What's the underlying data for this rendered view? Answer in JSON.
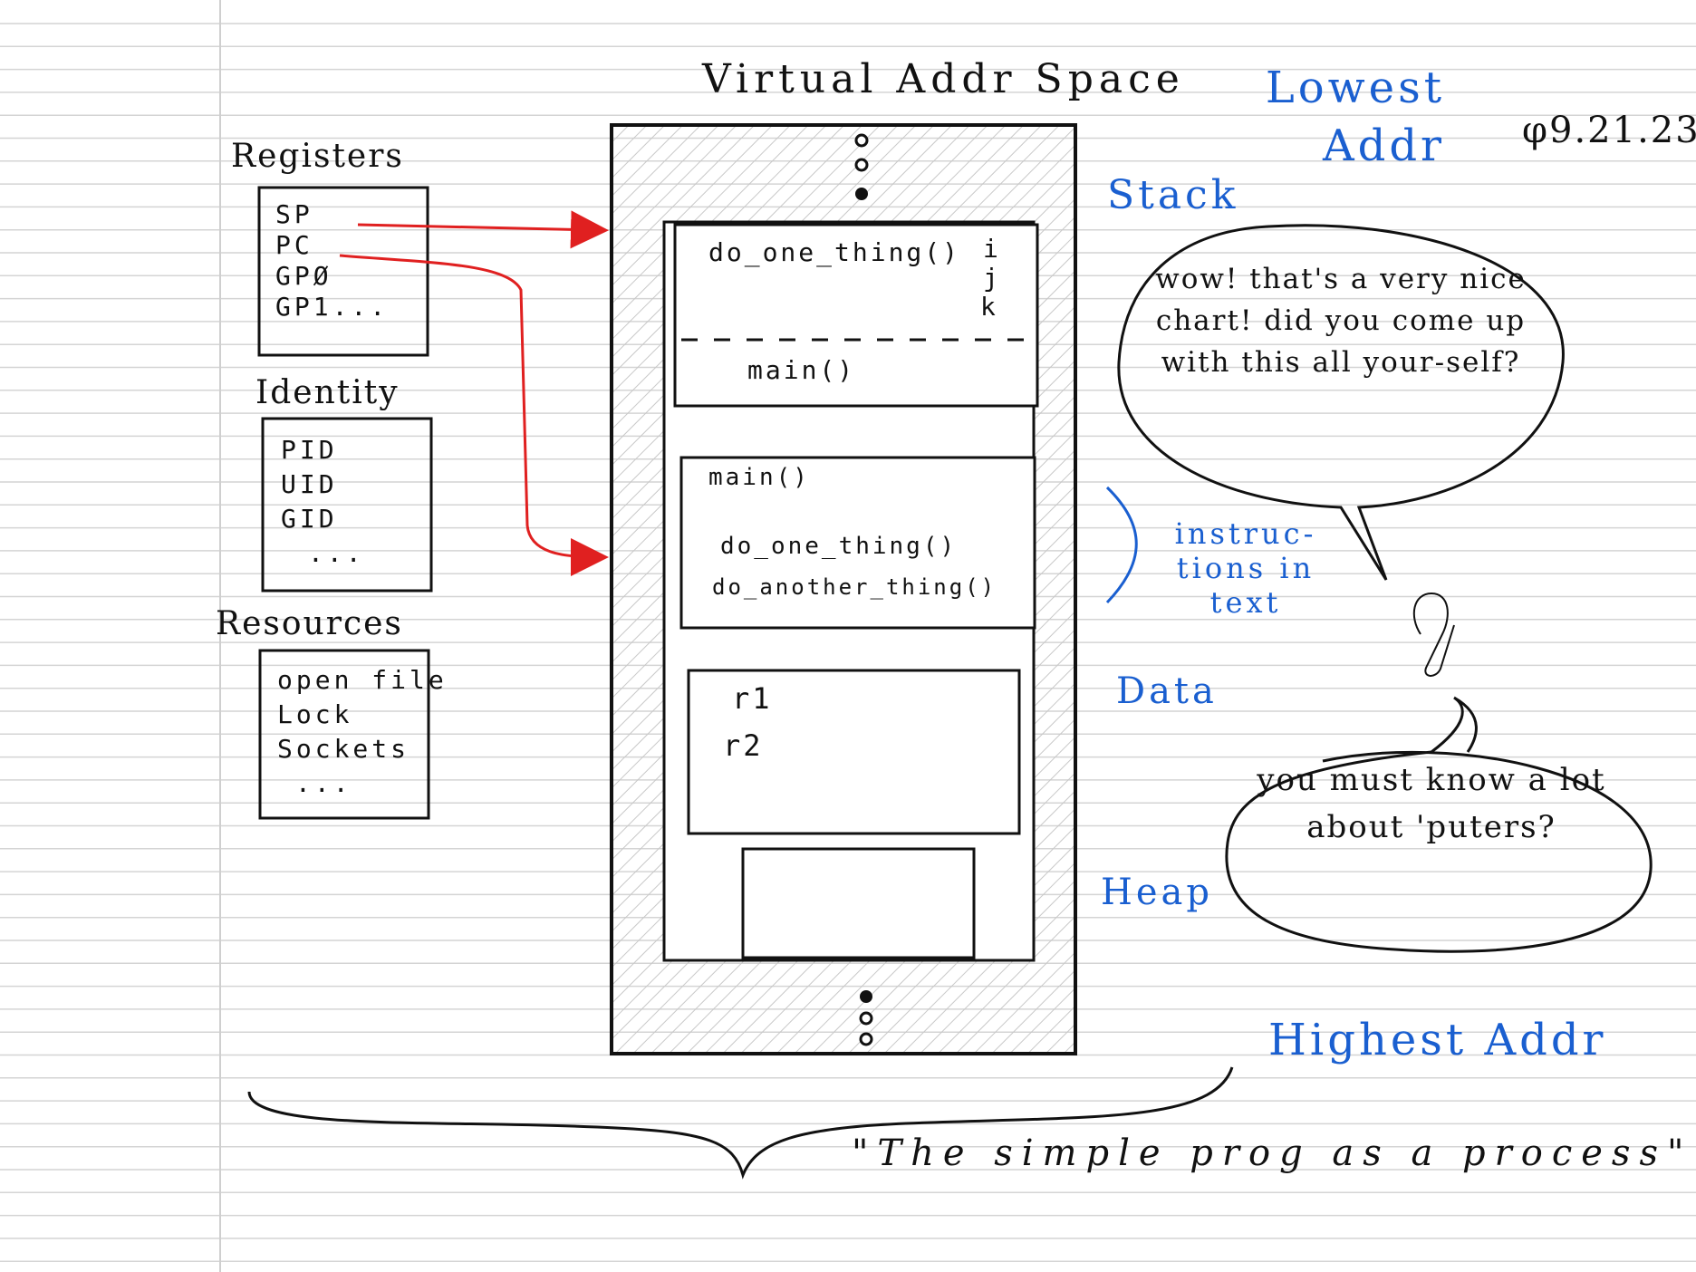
{
  "title": "Virtual Addr Space",
  "date": "φ9.21.23",
  "registers": {
    "heading": "Registers",
    "items": [
      "SP",
      "PC",
      "GPØ",
      "GP1..."
    ]
  },
  "identity": {
    "heading": "Identity",
    "items": [
      "PID",
      "UID",
      "GID",
      "..."
    ]
  },
  "resources": {
    "heading": "Resources",
    "items": [
      "open file",
      "Lock",
      "Sockets",
      "..."
    ]
  },
  "labels": {
    "lowest": "Lowest Addr",
    "stack": "Stack",
    "instructions": "instruc-tions in text",
    "data": "Data",
    "heap": "Heap",
    "highest": "Highest Addr"
  },
  "stack_frames": {
    "top_frame": "do_one_thing()",
    "locals": [
      "i",
      "j",
      "k"
    ],
    "bottom_frame": "main()"
  },
  "text_segment": {
    "lines": [
      "main()",
      "do_one_thing()",
      "do_another_thing()"
    ]
  },
  "data_segment": {
    "lines": [
      "r1",
      "r2"
    ]
  },
  "bubbles": {
    "bubble1": "wow! that's a very nice chart! did you come up with this all your-self?",
    "bubble2": "you must know a lot about 'puters?"
  },
  "caption": "\"The simple prog as a process\"",
  "colors": {
    "pointer_arrows": "#e02020",
    "annotations": "#1a5fd0"
  }
}
